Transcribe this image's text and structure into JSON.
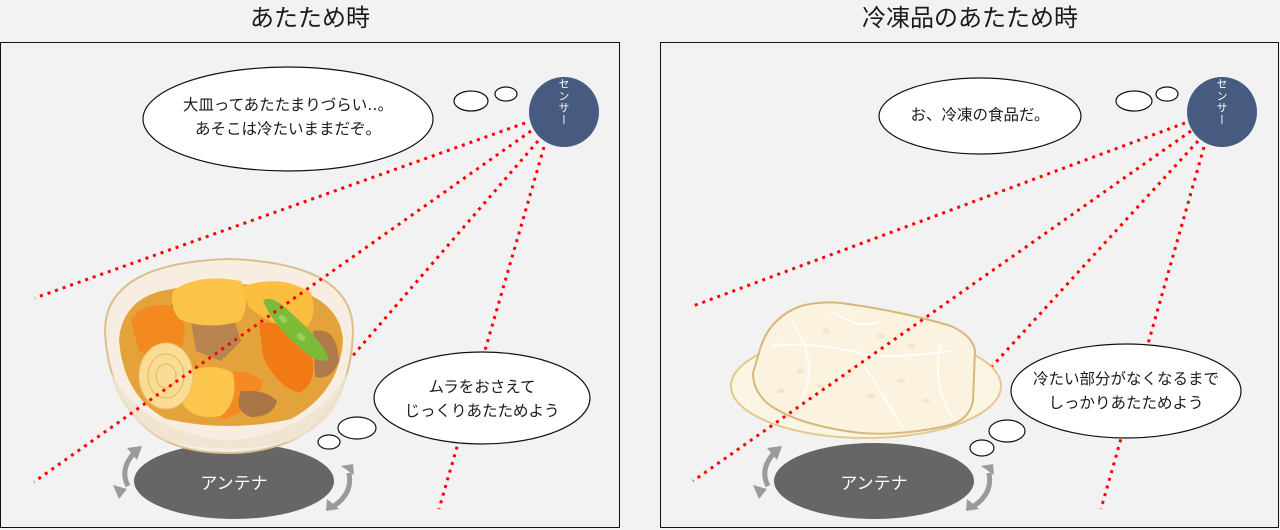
{
  "colors": {
    "background": "#f2f2f2",
    "panel_border": "#111111",
    "sensor_fill": "#475a80",
    "ray_color": "#ff0000",
    "antenna_fill": "#666666",
    "arrow_color": "#9a9a9a",
    "bubble_fill": "#ffffff"
  },
  "panels": [
    {
      "title": "あたため時",
      "sensor_label": "センサー",
      "antenna_label": "アンテナ",
      "food": "bowl-of-simmered-vegetables",
      "thought_top": {
        "line1": "大皿ってあたたまりづらい‥。",
        "line2": "あそこは冷たいままだぞ。"
      },
      "thought_bottom": {
        "line1": "ムラをおさえて",
        "line2": "じっくりあたためよう"
      }
    },
    {
      "title": "冷凍品のあたため時",
      "sensor_label": "センサー",
      "antenna_label": "アンテナ",
      "food": "frozen-rice-block-on-plate",
      "thought_top": {
        "line1": "お、冷凍の食品だ。"
      },
      "thought_bottom": {
        "line1": "冷たい部分がなくなるまで",
        "line2": "しっかりあたためよう"
      }
    }
  ]
}
